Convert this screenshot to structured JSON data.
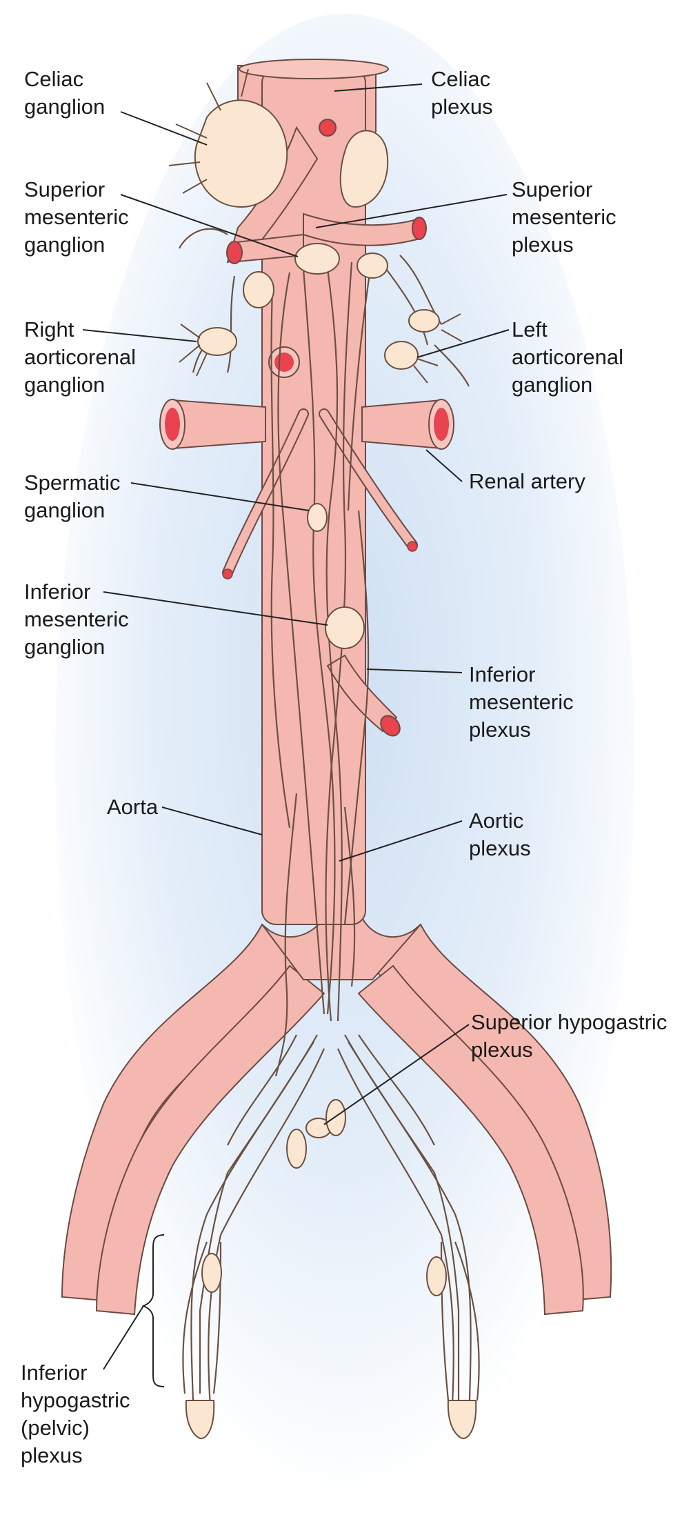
{
  "labels": {
    "celiac_ganglion": "Celiac\nganglion",
    "celiac_plexus": "Celiac\nplexus",
    "superior_mesenteric_ganglion": "Superior\nmesenteric\nganglion",
    "superior_mesenteric_plexus": "Superior\nmesenteric\nplexus",
    "right_aorticorenal_ganglion": "Right\naorticorenal\nganglion",
    "left_aorticorenal_ganglion": "Left\naorticorenal\nganglion",
    "renal_artery": "Renal artery",
    "spermatic_ganglion": "Spermatic\nganglion",
    "inferior_mesenteric_ganglion": "Inferior\nmesenteric\nganglion",
    "inferior_mesenteric_plexus": "Inferior\nmesenteric\nplexus",
    "aorta": "Aorta",
    "aortic_plexus": "Aortic\nplexus",
    "superior_hypogastric_plexus": "Superior hypogastric\nplexus",
    "inferior_hypogastric_plexus": "Inferior\nhypogastric\n(pelvic)\nplexus"
  },
  "colors": {
    "background_glow": "#dce8f6",
    "vessel_fill": "#f4b8b0",
    "vessel_stroke": "#6b4a45",
    "vessel_lumen": "#e8434f",
    "nerve_fill": "#fbe6d2",
    "nerve_stroke": "#6b5040",
    "leader_line": "#222222"
  }
}
